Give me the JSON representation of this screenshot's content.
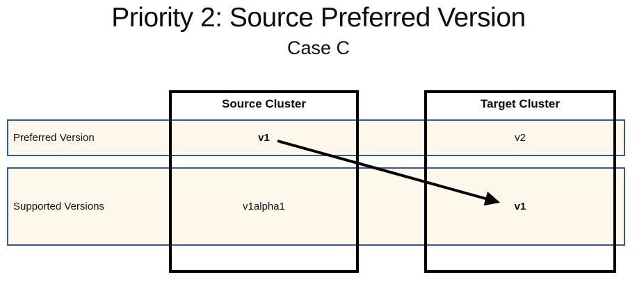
{
  "slide": {
    "title": "Priority 2: Source Preferred Version",
    "subtitle": "Case C"
  },
  "clusters": {
    "source": {
      "label": "Source Cluster"
    },
    "target": {
      "label": "Target Cluster"
    }
  },
  "rows": {
    "preferred": {
      "label": "Preferred Version",
      "source_value": "v1",
      "target_value": "v2"
    },
    "supported": {
      "label": "Supported Versions",
      "source_value": "v1alpha1",
      "target_value": "v1"
    }
  },
  "arrow": {
    "from": "source-preferred-v1",
    "to": "target-supported-v1",
    "color": "#000000"
  },
  "colors": {
    "row_fill": "#FDF8EB",
    "row_border": "#2E5B94",
    "cluster_border": "#000000"
  }
}
